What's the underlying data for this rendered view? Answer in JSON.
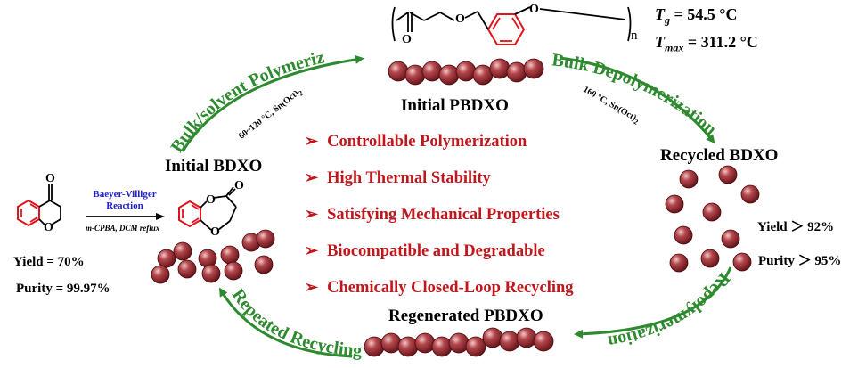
{
  "title": "Initial PBDXO",
  "properties": [
    "Controllable Polymerization",
    "High Thermal Stability",
    "Satisfying Mechanical Properties",
    "Biocompatible and Degradable",
    "Chemically Closed-Loop Recycling"
  ],
  "polymer": {
    "tg_label": "T",
    "tg_sub": "g",
    "tg_value": "= 54.5 °C",
    "tmax_label": "T",
    "tmax_sub": "max",
    "tmax_value": "= 311.2 °C",
    "repeat_n": "n",
    "initial_label": "Initial PBDXO",
    "regenerated_label": "Regenerated PBDXO"
  },
  "monomer": {
    "initial_label": "Initial BDXO",
    "recycled_label": "Recycled BDXO"
  },
  "start_material": {
    "yield": "Yield = 70%",
    "purity": "Purity = 99.97%"
  },
  "recycled": {
    "yield": "Yield ＞ 92%",
    "purity": "Purity ＞ 95%"
  },
  "reaction": {
    "name_line1": "Baeyer-Villiger",
    "name_line2": "Reaction",
    "conditions": "m-CPBA, DCM reflux"
  },
  "steps": {
    "bulk_polymerization": "Bulk/solvent Polymerization",
    "polymerization_conditions": "60~120 °C, Sn(Oct)",
    "polymerization_conditions_sub": "2",
    "bulk_depolymerization": "Bulk Depolymerization",
    "depolymerization_conditions": "160 °C, Sn(Oct)",
    "depolymerization_conditions_sub": "2",
    "repolymerization": "Repolymerization",
    "repeated_recycling": "Repeated Recycling"
  },
  "colors": {
    "green_arrow": "#2e8a2e",
    "red_text": "#c0171c",
    "blue_text": "#1f1fd6",
    "bead": "#8a1f24",
    "ring_red": "#e0141a"
  },
  "icons": [
    "bead-icon",
    "benzene-ring-icon",
    "reaction-arrow-icon",
    "cycle-arrow-icon"
  ]
}
